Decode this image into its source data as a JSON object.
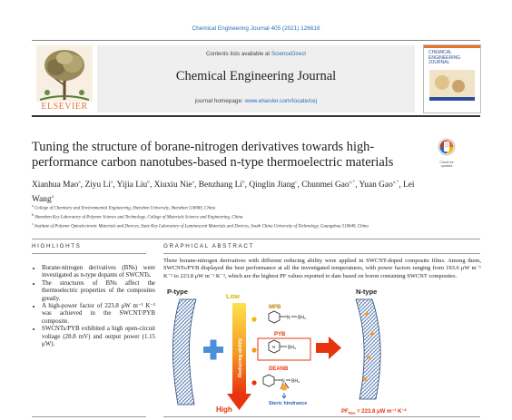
{
  "journal_ref": "Chemical Engineering Journal 405 (2021) 126616",
  "masthead": {
    "contents_prefix": "Contents lists available at ",
    "contents_link": "ScienceDirect",
    "journal_name": "Chemical Engineering Journal",
    "homepage_prefix": "journal homepage: ",
    "homepage_url": "www.elsevier.com/locate/cej",
    "publisher": "ELSEVIER",
    "cover_text": [
      "CHEMICAL",
      "ENGINEERING",
      "JOURNAL"
    ]
  },
  "badge": {
    "line1": "Check for",
    "line2": "updates"
  },
  "article": {
    "title_line1": "Tuning the structure of borane-nitrogen derivatives towards high-",
    "title_line2": "performance carbon nanotubes-based n-type thermoelectric materials",
    "authors": [
      {
        "name": "Xianhua Mao",
        "sup": "a"
      },
      {
        "name": "Ziyu Li",
        "sup": "a"
      },
      {
        "name": "Yijia Liu",
        "sup": "b"
      },
      {
        "name": "Xiuxiu Nie",
        "sup": "a"
      },
      {
        "name": "Benzhang Li",
        "sup": "b"
      },
      {
        "name": "Qinglin Jiang",
        "sup": "c"
      },
      {
        "name": "Chunmei Gao",
        "sup": "a,*"
      },
      {
        "name": "Yuan Gao",
        "sup": "a,*"
      },
      {
        "name": "Lei Wang",
        "sup": "a"
      }
    ],
    "affiliations": [
      {
        "sup": "a",
        "text": "College of Chemistry and Environmental Engineering, Shenzhen University, Shenzhen 518060, China"
      },
      {
        "sup": "b",
        "text": "Shenzhen Key Laboratory of Polymer Science and Technology, College of Materials Science and Engineering, China"
      },
      {
        "sup": "c",
        "text": "Institute of Polymer Optoelectronic Materials and Devices, State Key Laboratory of Luminescent Materials and Devices, South China University of Technology, Guangzhou 510640, China"
      }
    ]
  },
  "highlights": {
    "heading": "HIGHLIGHTS",
    "items": [
      "Borane-nitrogen derivatives (BNs) were investigated as n-type dopants of SWCNTs.",
      "The structures of BNs affect the thermoelectric properties of the composites greatly.",
      "A high-power factor of 223.8 μW m⁻¹ K⁻² was achieved in the SWCNT/PYB composite.",
      "SWCNTs/PYB exhibited a high open-circuit voltage (28.8 mV) and output power (1.15 μW)."
    ]
  },
  "graphical_abstract": {
    "heading": "GRAPHICAL ABSTRACT",
    "text": "Three borane-nitrogen derivatives with different reducing ability were applied in SWCNT-doped composite films. Among them, SWCNTs/PYB displayed the best performance at all the investigated temperatures, with power factors ranging from 193.6 μW m⁻¹ K⁻² to 223.8 μW m⁻¹ K⁻², which are the highest PF values reported to date based on boron containing SWCNT composites.",
    "figure": {
      "p_type": "P-type",
      "n_type": "N-type",
      "low": "Low",
      "high": "High",
      "axis": "Reducing ability",
      "mpb": "MPB",
      "pyb": "PYB",
      "deanb": "DEANB",
      "bh3": "BH₃",
      "steric": "Steric hindrance",
      "pf_prefix": "PF",
      "pf_sub": "Max",
      "pf_value": " = 223.8 μW m⁻¹ K⁻²"
    },
    "colors": {
      "arrow_top": "#ffe14d",
      "arrow_bottom": "#e8340e",
      "pf_red": "#e8340e",
      "steric_blue": "#2a5fb4",
      "plus_blue": "#4b8fd8"
    }
  }
}
